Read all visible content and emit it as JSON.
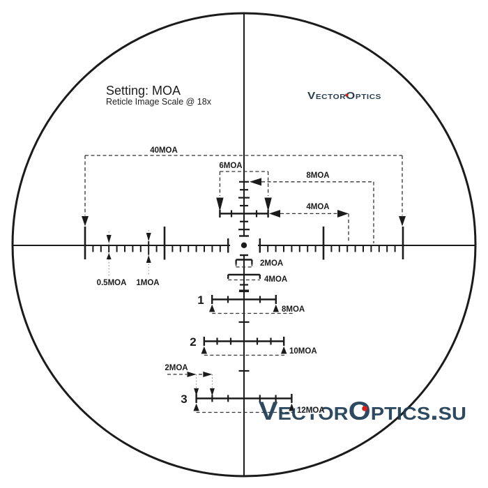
{
  "meta": {
    "setting": "Setting: MOA",
    "scale_note": "Reticle Image Scale @ 18x"
  },
  "brand": {
    "logo": "VectorOptics",
    "watermark": "VectorOptics.su"
  },
  "callouts": {
    "full_span": "40MOA",
    "upper_bar_width": "6MOA",
    "upper_tick_drop": "8MOA",
    "upper_bar_drop": "4MOA",
    "half_moa_tick": "0.5MOA",
    "one_moa_tick": "1MOA",
    "below_2moa": "2MOA",
    "below_4moa": "4MOA",
    "row3_tick_spacing": "2MOA"
  },
  "holdover_rows": [
    {
      "num": "1",
      "span": "8MOA"
    },
    {
      "num": "2",
      "span": "10MOA"
    },
    {
      "num": "3",
      "span": "12MOA"
    }
  ],
  "colors": {
    "line": "#1b1b1b",
    "brand_navy": "#1e3c55",
    "accent_red": "#d8201a"
  }
}
